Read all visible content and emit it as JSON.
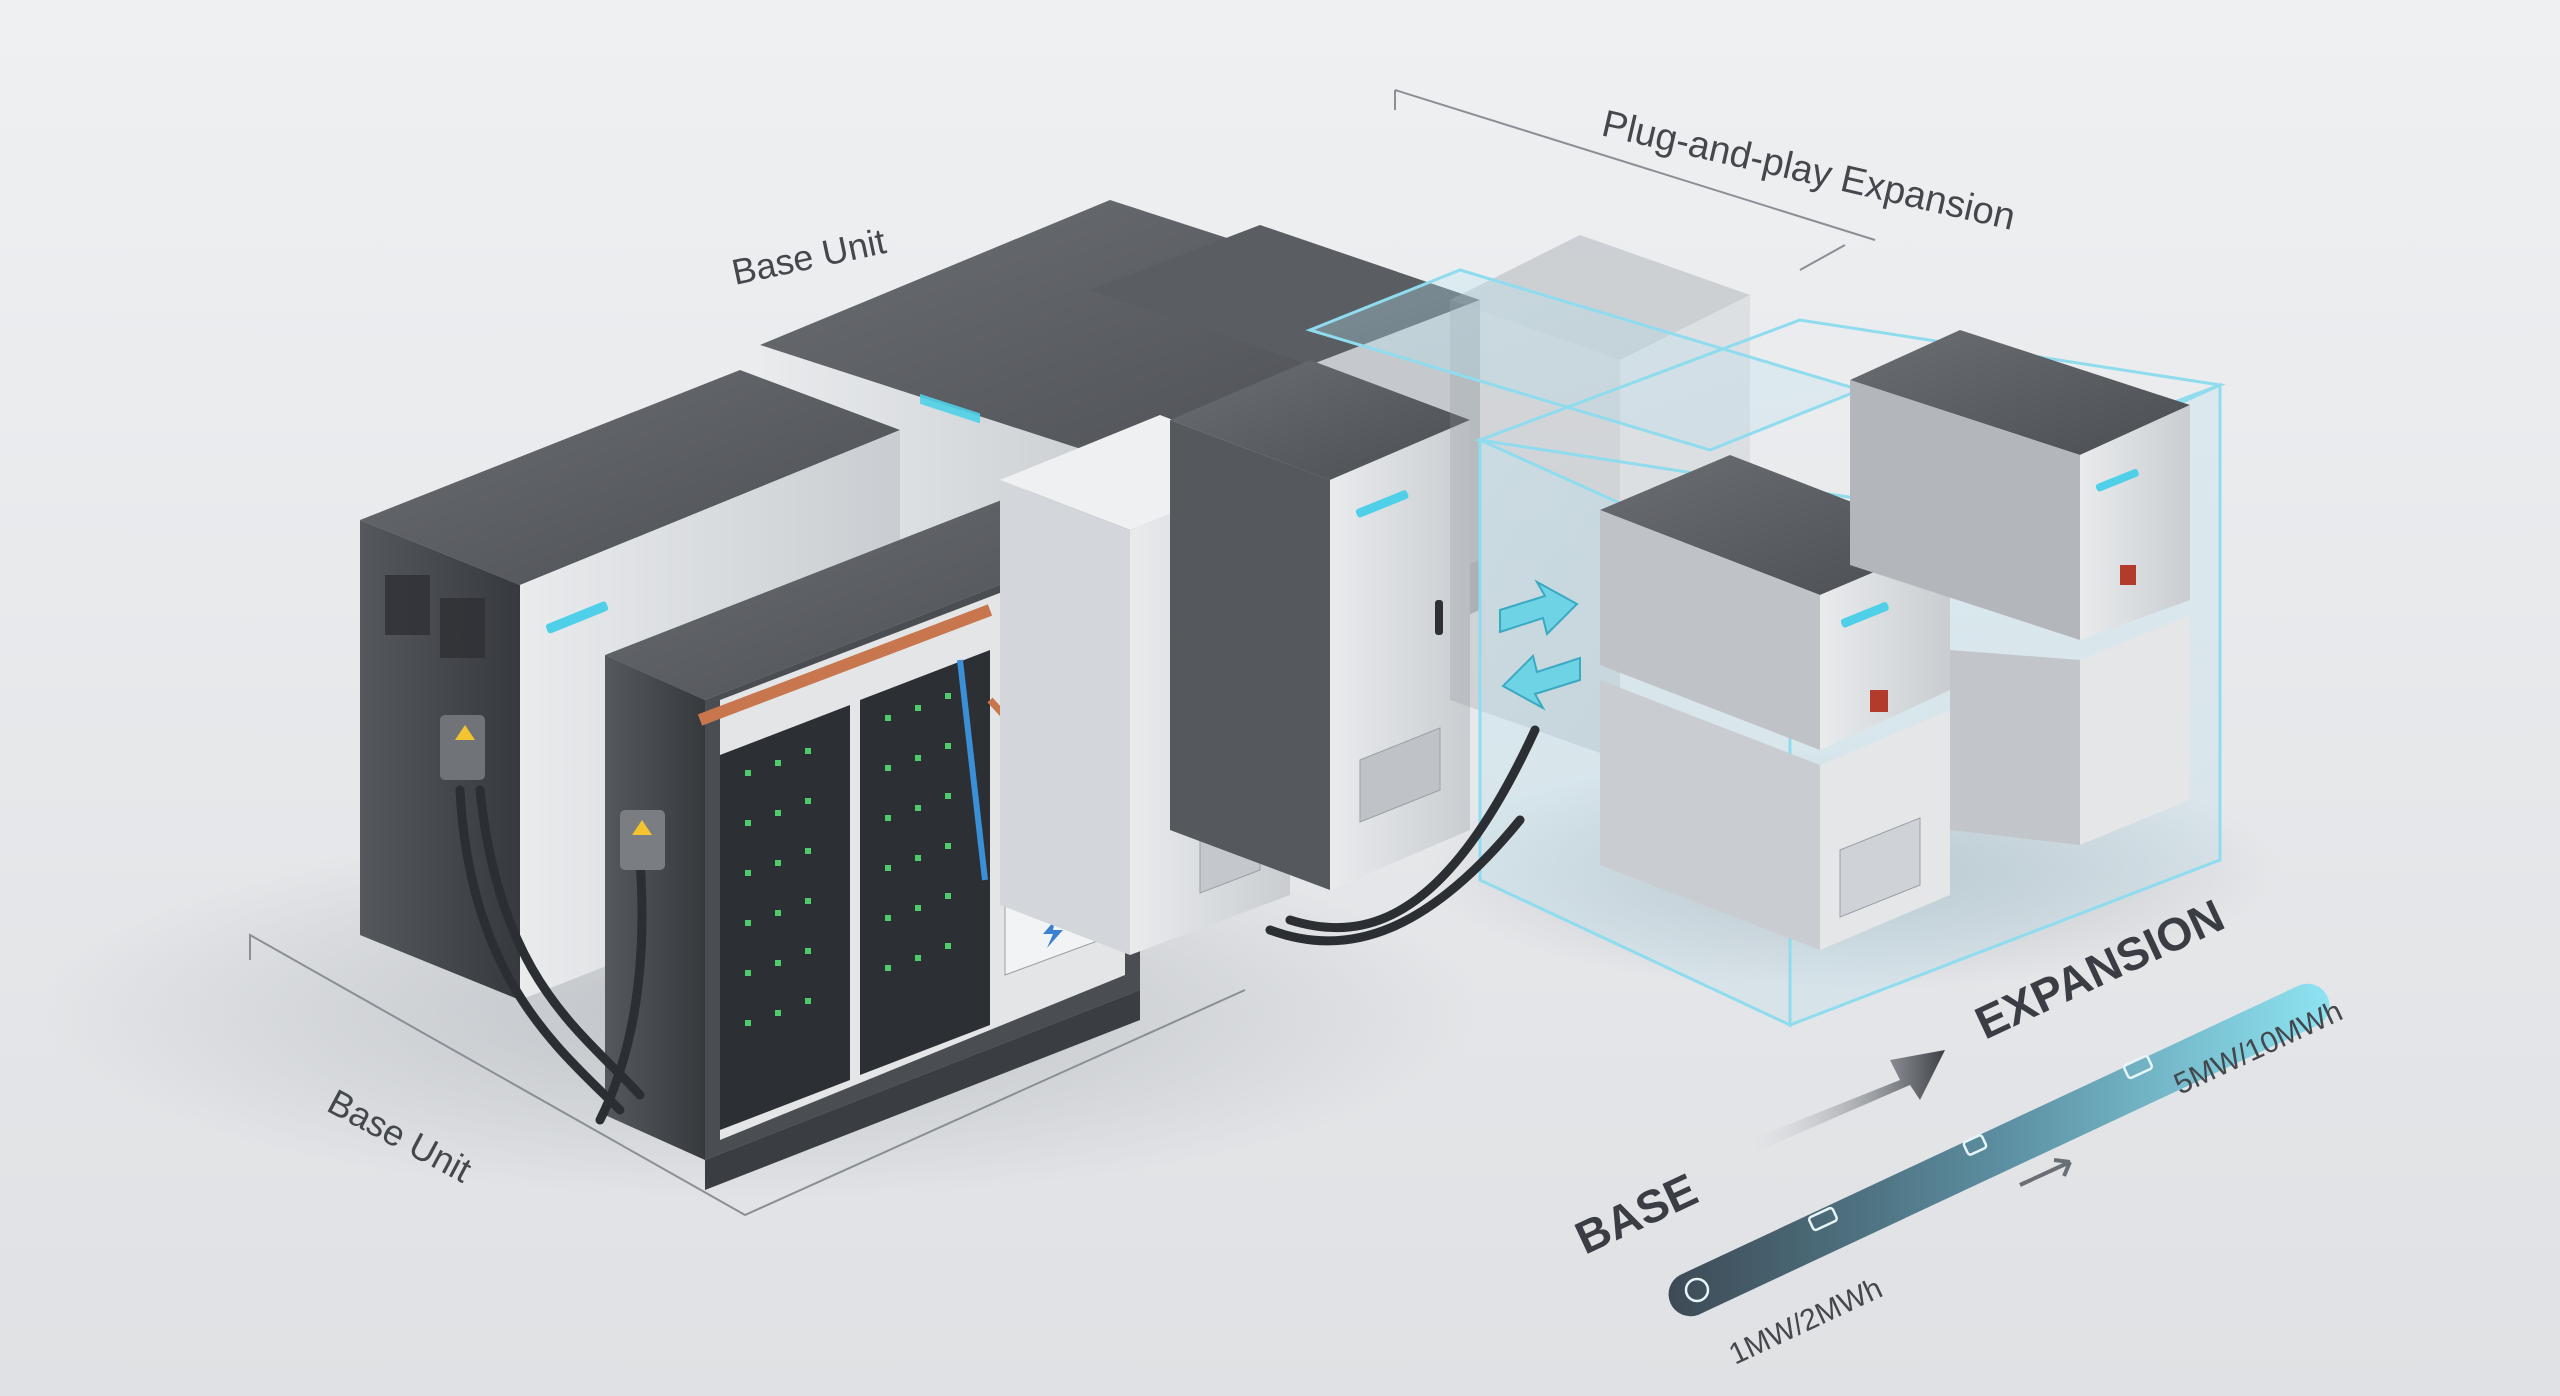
{
  "labels": {
    "base_unit_top": "Base Unit",
    "base_unit_bottom": "Base Unit",
    "expansion_callout": "Plug-and-play Expansion",
    "stage_base": "BASE",
    "stage_expansion": "EXPANSION",
    "capacity_base": "1MW/2MWh",
    "capacity_expansion": "5MW/10MWh"
  },
  "icons": [
    "battery-icon",
    "chip-icon",
    "battery-icon",
    "cycle-icon",
    "lightning-icon",
    "bidirectional-arrows-icon"
  ],
  "colors": {
    "background": "#e6e8ea",
    "cabinet_light": "#d6d9dc",
    "cabinet_dark": "#3f4246",
    "accent_cyan": "#6fd3e6",
    "indicator": "#4fd0e8",
    "copper": "#c8764e",
    "battery_led": "#4ecb6a"
  },
  "scale_bar_level": 1.0
}
